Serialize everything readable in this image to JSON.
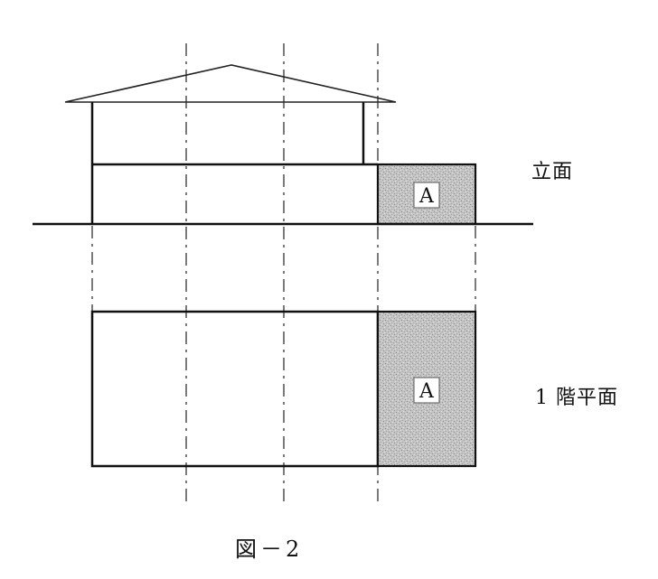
{
  "labels": {
    "elevation": "立面",
    "floor_plan": "1 階平面",
    "zone": "A",
    "figure_caption": "図－2"
  },
  "colors": {
    "line": "#111111",
    "shaded_zone": "#bdbdbd"
  }
}
